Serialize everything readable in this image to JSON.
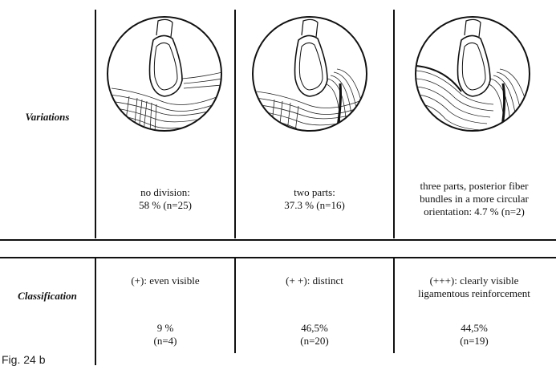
{
  "rows": {
    "variations_label": "Variations",
    "classification_label": "Classification"
  },
  "variations": [
    {
      "line1": "no division:",
      "line2": "58 % (n=25)",
      "line3": ""
    },
    {
      "line1": "two parts:",
      "line2": "37.3 % (n=16)",
      "line3": ""
    },
    {
      "line1": "three parts, posterior fiber",
      "line2": "bundles in a more circular",
      "line3": "orientation: 4.7 % (n=2)"
    }
  ],
  "classification": [
    {
      "grade1": "(+): even visible",
      "grade2": "",
      "percent": "9 %",
      "n": "(n=4)"
    },
    {
      "grade1": "(+ +): distinct",
      "grade2": "",
      "percent": "46,5%",
      "n": "(n=20)"
    },
    {
      "grade1": "(+++): clearly visible",
      "grade2": "ligamentous reinforcement",
      "percent": "44,5%",
      "n": "(n=19)"
    }
  ],
  "figure_label": "Fig. 24 b"
}
